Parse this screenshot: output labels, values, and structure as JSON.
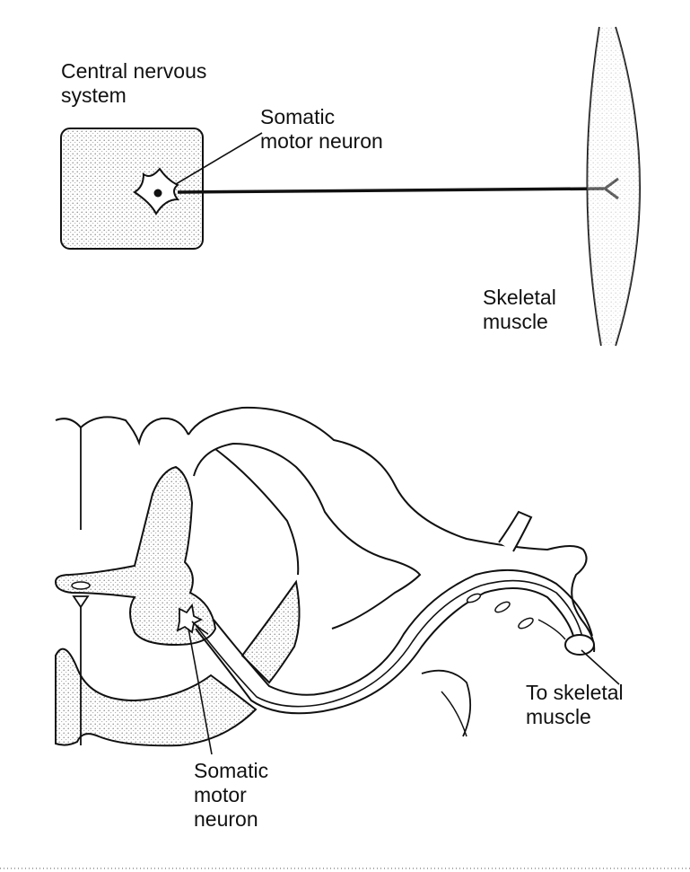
{
  "top_panel": {
    "cns_label": "Central nervous\nsystem",
    "neuron_label": "Somatic\nmotor neuron",
    "muscle_label": "Skeletal\nmuscle"
  },
  "bottom_panel": {
    "neuron_label": "Somatic\nmotor\nneuron",
    "target_label": "To skeletal\nmuscle"
  },
  "colors": {
    "ink": "#111111",
    "stipple": "#8a8a8a",
    "background": "#ffffff"
  }
}
